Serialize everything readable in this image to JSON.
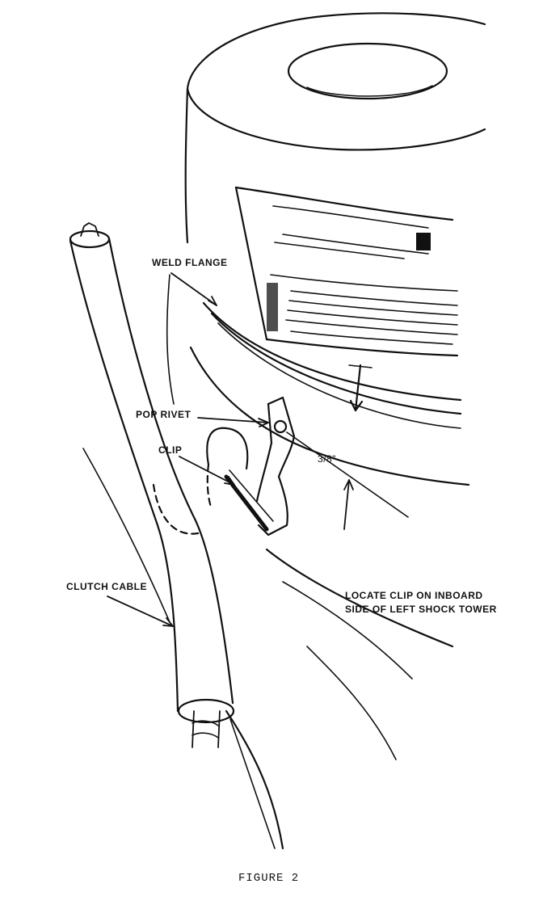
{
  "labels": {
    "weld_flange": "WELD FLANGE",
    "pop_rivet": "POP RIVET",
    "clip": "CLIP",
    "dimension": "3/8\"",
    "clutch_cable": "CLUTCH CABLE",
    "note_line1": "LOCATE CLIP ON INBOARD",
    "note_line2": "SIDE OF LEFT SHOCK TOWER"
  },
  "caption": "FIGURE 2",
  "ink_color": "#111111",
  "background_color": "#ffffff"
}
